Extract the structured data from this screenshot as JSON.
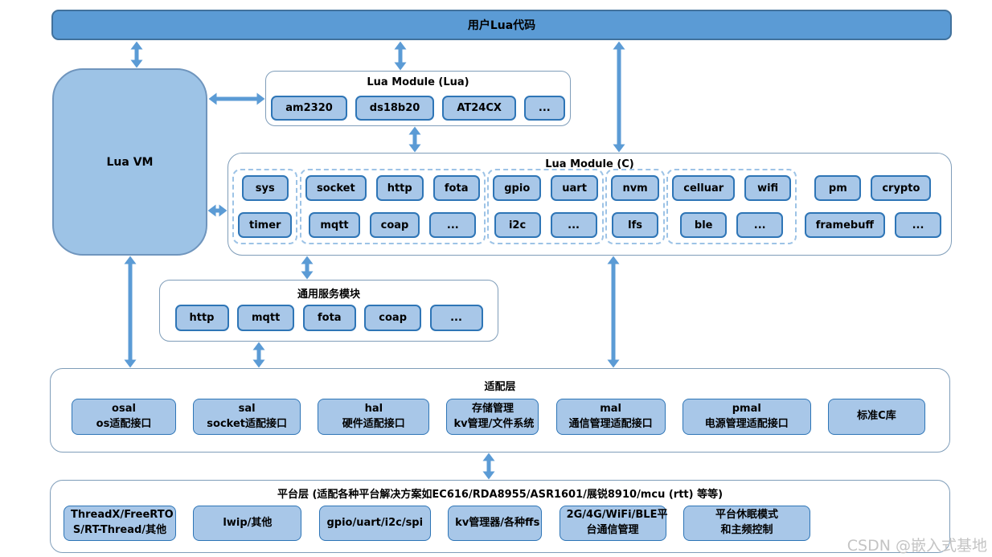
{
  "colors": {
    "bar_fill": "#5b9bd5",
    "bar_border": "#41719c",
    "vm_fill": "#9dc3e6",
    "vm_border": "#6f95bd",
    "chip_fill": "#a8c7e8",
    "chip_border": "#2e75b6",
    "container_border": "#7f9db9",
    "dashed_border": "#9dc3e6",
    "arrow": "#5b9bd5",
    "watermark": "#c4c4c4"
  },
  "top_bar": {
    "label": "用户Lua代码"
  },
  "lua_vm": {
    "label": "Lua VM"
  },
  "lua_module_lua": {
    "title": "Lua Module (Lua)",
    "chips": [
      "am2320",
      "ds18b20",
      "AT24CX",
      "..."
    ]
  },
  "lua_module_c": {
    "title": "Lua Module (C)",
    "groups": [
      {
        "dashed": true,
        "rows": [
          [
            "sys"
          ],
          [
            "timer"
          ]
        ]
      },
      {
        "dashed": true,
        "rows": [
          [
            "socket",
            "http",
            "fota"
          ],
          [
            "mqtt",
            "coap",
            "..."
          ]
        ]
      },
      {
        "dashed": true,
        "rows": [
          [
            "gpio",
            "uart"
          ],
          [
            "i2c",
            "..."
          ]
        ]
      },
      {
        "dashed": true,
        "rows": [
          [
            "nvm"
          ],
          [
            "lfs"
          ]
        ]
      },
      {
        "dashed": true,
        "rows": [
          [
            "celluar",
            "wifi"
          ],
          [
            "ble",
            "..."
          ]
        ]
      },
      {
        "dashed": false,
        "rows": [
          [
            "pm",
            "crypto"
          ],
          [
            "framebuff",
            "..."
          ]
        ]
      }
    ]
  },
  "generic_services": {
    "title": "通用服务模块",
    "chips": [
      "http",
      "mqtt",
      "fota",
      "coap",
      "..."
    ]
  },
  "adapter_layer": {
    "title": "适配层",
    "boxes": [
      [
        "osal",
        "os适配接口"
      ],
      [
        "sal",
        "socket适配接口"
      ],
      [
        "hal",
        "硬件适配接口"
      ],
      [
        "存储管理",
        "kv管理/文件系统"
      ],
      [
        "mal",
        "通信管理适配接口"
      ],
      [
        "pmal",
        "电源管理适配接口"
      ],
      [
        "标准C库"
      ]
    ]
  },
  "platform_layer": {
    "title": "平台层 (适配各种平台解决方案如EC616/RDA8955/ASR1601/展锐8910/mcu (rtt) 等等)",
    "boxes": [
      [
        "ThreadX/FreeRTO",
        "S/RT-Thread/其他"
      ],
      [
        "lwip/其他"
      ],
      [
        "gpio/uart/i2c/spi"
      ],
      [
        "kv管理器/各种ffs"
      ],
      [
        "2G/4G/WiFi/BLE平",
        "台通信管理"
      ],
      [
        "平台休眠模式",
        "和主频控制"
      ]
    ]
  },
  "watermark": "CSDN @嵌入式基地"
}
